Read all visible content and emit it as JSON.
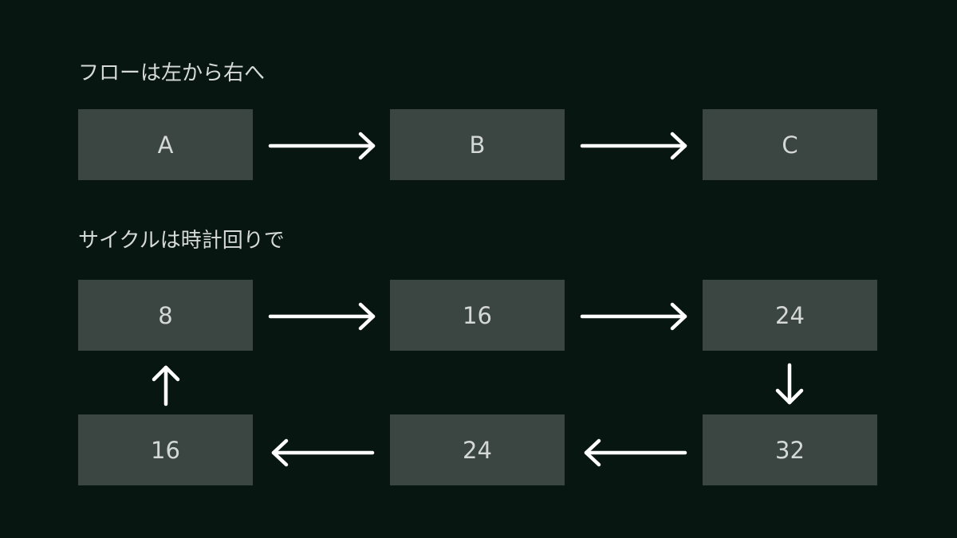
{
  "flow": {
    "heading": "フローは左から右へ",
    "nodes": [
      "A",
      "B",
      "C"
    ]
  },
  "cycle": {
    "heading": "サイクルは時計回りで",
    "top_row": [
      "8",
      "16",
      "24"
    ],
    "bottom_row": [
      "16",
      "24",
      "32"
    ]
  }
}
